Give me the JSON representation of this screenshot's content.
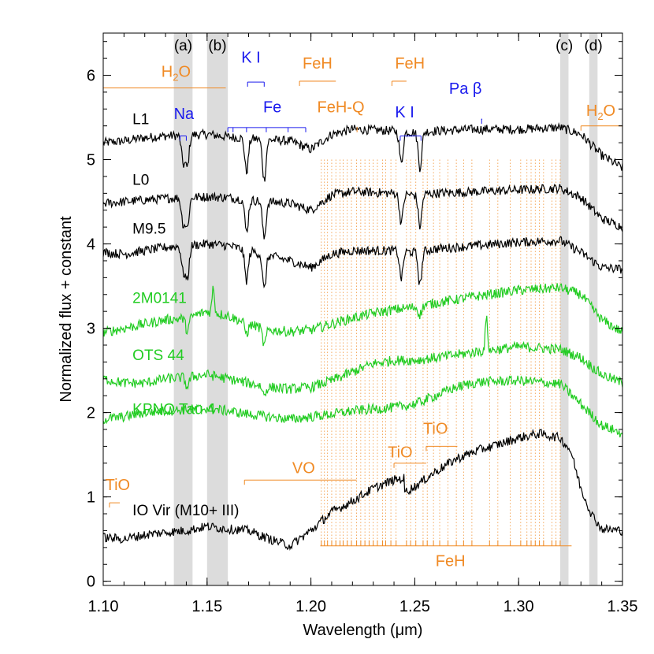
{
  "chart_data": {
    "type": "line",
    "title": "",
    "xlabel": "Wavelength (μm)",
    "ylabel": "Normalized flux + constant",
    "xlim": [
      1.1,
      1.35
    ],
    "ylim": [
      -0.05,
      6.5
    ],
    "x_ticks": [
      1.1,
      1.15,
      1.2,
      1.25,
      1.3,
      1.35
    ],
    "x_tick_labels": [
      "1.10",
      "1.15",
      "1.20",
      "1.25",
      "1.30",
      "1.35"
    ],
    "y_ticks": [
      0,
      1,
      2,
      3,
      4,
      5,
      6
    ],
    "y_tick_labels": [
      "0",
      "1",
      "2",
      "3",
      "4",
      "5",
      "6"
    ],
    "grid": false,
    "colors": {
      "black": "#000000",
      "green": "#22cc22",
      "orange": "#f08a24",
      "blue": "#1a1aee",
      "band": "#dcdcdc"
    },
    "shaded_bands": [
      {
        "label": "(a)",
        "x": [
          1.134,
          1.143
        ]
      },
      {
        "label": "(b)",
        "x": [
          1.15,
          1.16
        ]
      },
      {
        "label": "(c)",
        "x": [
          1.32,
          1.324
        ]
      },
      {
        "label": "(d)",
        "x": [
          1.334,
          1.338
        ]
      }
    ],
    "series": [
      {
        "name": "L1",
        "color": "#000000",
        "points": [
          [
            1.1,
            5.2
          ],
          [
            1.11,
            5.22
          ],
          [
            1.12,
            5.26
          ],
          [
            1.13,
            5.28
          ],
          [
            1.15,
            5.3
          ],
          [
            1.16,
            5.27
          ],
          [
            1.17,
            5.25
          ],
          [
            1.19,
            5.22
          ],
          [
            1.2,
            5.12
          ],
          [
            1.21,
            5.3
          ],
          [
            1.22,
            5.36
          ],
          [
            1.24,
            5.34
          ],
          [
            1.25,
            5.32
          ],
          [
            1.26,
            5.34
          ],
          [
            1.28,
            5.36
          ],
          [
            1.3,
            5.36
          ],
          [
            1.32,
            5.38
          ],
          [
            1.33,
            5.3
          ],
          [
            1.34,
            5.05
          ],
          [
            1.35,
            4.9
          ]
        ],
        "absorption": [
          [
            1.1385,
            0.32
          ],
          [
            1.1405,
            0.36
          ],
          [
            1.169,
            0.4
          ],
          [
            1.1775,
            0.48
          ],
          [
            1.2435,
            0.38
          ],
          [
            1.2525,
            0.42
          ]
        ]
      },
      {
        "name": "L0",
        "color": "#000000",
        "points": [
          [
            1.1,
            4.48
          ],
          [
            1.11,
            4.5
          ],
          [
            1.12,
            4.52
          ],
          [
            1.13,
            4.54
          ],
          [
            1.15,
            4.56
          ],
          [
            1.16,
            4.55
          ],
          [
            1.17,
            4.52
          ],
          [
            1.19,
            4.48
          ],
          [
            1.2,
            4.4
          ],
          [
            1.21,
            4.58
          ],
          [
            1.22,
            4.62
          ],
          [
            1.24,
            4.6
          ],
          [
            1.25,
            4.58
          ],
          [
            1.26,
            4.6
          ],
          [
            1.28,
            4.62
          ],
          [
            1.3,
            4.64
          ],
          [
            1.32,
            4.66
          ],
          [
            1.33,
            4.55
          ],
          [
            1.34,
            4.3
          ],
          [
            1.35,
            4.2
          ]
        ],
        "absorption": [
          [
            1.1385,
            0.3
          ],
          [
            1.1405,
            0.34
          ],
          [
            1.169,
            0.38
          ],
          [
            1.1775,
            0.44
          ],
          [
            1.2435,
            0.34
          ],
          [
            1.2525,
            0.38
          ]
        ]
      },
      {
        "name": "M9.5",
        "color": "#000000",
        "points": [
          [
            1.1,
            3.9
          ],
          [
            1.11,
            3.88
          ],
          [
            1.12,
            3.92
          ],
          [
            1.13,
            3.96
          ],
          [
            1.15,
            4.0
          ],
          [
            1.16,
            3.98
          ],
          [
            1.17,
            3.92
          ],
          [
            1.19,
            3.8
          ],
          [
            1.2,
            3.72
          ],
          [
            1.21,
            3.88
          ],
          [
            1.22,
            3.92
          ],
          [
            1.24,
            3.92
          ],
          [
            1.25,
            3.9
          ],
          [
            1.26,
            3.94
          ],
          [
            1.28,
            3.98
          ],
          [
            1.3,
            4.02
          ],
          [
            1.32,
            4.04
          ],
          [
            1.33,
            3.9
          ],
          [
            1.34,
            3.72
          ],
          [
            1.35,
            3.7
          ]
        ],
        "absorption": [
          [
            1.1385,
            0.3
          ],
          [
            1.1405,
            0.4
          ],
          [
            1.169,
            0.36
          ],
          [
            1.1775,
            0.42
          ],
          [
            1.2435,
            0.32
          ],
          [
            1.2525,
            0.4
          ]
        ]
      },
      {
        "name": "2M0141",
        "color": "#22cc22",
        "points": [
          [
            1.1,
            2.95
          ],
          [
            1.11,
            3.0
          ],
          [
            1.12,
            3.05
          ],
          [
            1.13,
            3.1
          ],
          [
            1.14,
            3.12
          ],
          [
            1.15,
            3.2
          ],
          [
            1.16,
            3.15
          ],
          [
            1.17,
            3.05
          ],
          [
            1.18,
            2.98
          ],
          [
            1.19,
            2.96
          ],
          [
            1.2,
            2.98
          ],
          [
            1.21,
            3.05
          ],
          [
            1.22,
            3.12
          ],
          [
            1.23,
            3.18
          ],
          [
            1.24,
            3.22
          ],
          [
            1.25,
            3.25
          ],
          [
            1.26,
            3.3
          ],
          [
            1.28,
            3.38
          ],
          [
            1.3,
            3.45
          ],
          [
            1.32,
            3.48
          ],
          [
            1.33,
            3.4
          ],
          [
            1.34,
            3.1
          ],
          [
            1.35,
            2.95
          ]
        ],
        "absorption": [
          [
            1.1405,
            0.15
          ],
          [
            1.169,
            0.12
          ],
          [
            1.1775,
            0.2
          ],
          [
            1.2525,
            0.1
          ]
        ],
        "spikes": [
          [
            1.153,
            0.3
          ]
        ]
      },
      {
        "name": "OTS 44",
        "color": "#22cc22",
        "points": [
          [
            1.1,
            2.4
          ],
          [
            1.11,
            2.35
          ],
          [
            1.12,
            2.35
          ],
          [
            1.13,
            2.4
          ],
          [
            1.14,
            2.42
          ],
          [
            1.15,
            2.45
          ],
          [
            1.16,
            2.4
          ],
          [
            1.17,
            2.35
          ],
          [
            1.18,
            2.3
          ],
          [
            1.19,
            2.28
          ],
          [
            1.2,
            2.3
          ],
          [
            1.21,
            2.38
          ],
          [
            1.22,
            2.48
          ],
          [
            1.23,
            2.58
          ],
          [
            1.24,
            2.62
          ],
          [
            1.25,
            2.62
          ],
          [
            1.26,
            2.65
          ],
          [
            1.28,
            2.72
          ],
          [
            1.3,
            2.78
          ],
          [
            1.32,
            2.75
          ],
          [
            1.33,
            2.65
          ],
          [
            1.34,
            2.45
          ],
          [
            1.35,
            2.35
          ]
        ],
        "absorption": [
          [
            1.1405,
            0.12
          ],
          [
            1.1775,
            0.1
          ]
        ],
        "spikes": [
          [
            1.2845,
            0.38
          ]
        ]
      },
      {
        "name": "KPNO Tau 4",
        "color": "#22cc22",
        "points": [
          [
            1.1,
            1.92
          ],
          [
            1.11,
            1.95
          ],
          [
            1.12,
            2.0
          ],
          [
            1.13,
            2.02
          ],
          [
            1.15,
            2.05
          ],
          [
            1.16,
            2.02
          ],
          [
            1.17,
            1.98
          ],
          [
            1.19,
            1.92
          ],
          [
            1.2,
            1.95
          ],
          [
            1.21,
            1.98
          ],
          [
            1.22,
            2.02
          ],
          [
            1.24,
            2.06
          ],
          [
            1.25,
            2.1
          ],
          [
            1.26,
            2.2
          ],
          [
            1.27,
            2.3
          ],
          [
            1.28,
            2.36
          ],
          [
            1.3,
            2.38
          ],
          [
            1.32,
            2.34
          ],
          [
            1.33,
            2.1
          ],
          [
            1.34,
            1.85
          ],
          [
            1.35,
            1.75
          ]
        ],
        "absorption": [],
        "spikes": []
      },
      {
        "name": "IO Vir (M10+ III)",
        "color": "#000000",
        "points": [
          [
            1.1,
            0.52
          ],
          [
            1.11,
            0.5
          ],
          [
            1.12,
            0.55
          ],
          [
            1.13,
            0.58
          ],
          [
            1.14,
            0.6
          ],
          [
            1.15,
            0.65
          ],
          [
            1.16,
            0.62
          ],
          [
            1.17,
            0.6
          ],
          [
            1.18,
            0.5
          ],
          [
            1.19,
            0.42
          ],
          [
            1.2,
            0.6
          ],
          [
            1.21,
            0.82
          ],
          [
            1.22,
            0.95
          ],
          [
            1.23,
            1.1
          ],
          [
            1.24,
            1.2
          ],
          [
            1.2449,
            1.22
          ],
          [
            1.2451,
            1.06
          ],
          [
            1.25,
            1.12
          ],
          [
            1.26,
            1.3
          ],
          [
            1.27,
            1.45
          ],
          [
            1.28,
            1.55
          ],
          [
            1.29,
            1.62
          ],
          [
            1.3,
            1.7
          ],
          [
            1.31,
            1.75
          ],
          [
            1.32,
            1.7
          ],
          [
            1.325,
            1.55
          ],
          [
            1.33,
            1.1
          ],
          [
            1.335,
            0.8
          ],
          [
            1.34,
            0.62
          ],
          [
            1.35,
            0.6
          ]
        ],
        "absorption": [],
        "spikes": []
      }
    ],
    "series_labels": [
      {
        "text": "L1",
        "color": "#000000",
        "x": 1.105,
        "y": 5.42
      },
      {
        "text": "L0",
        "color": "#000000",
        "x": 1.105,
        "y": 4.7
      },
      {
        "text": "M9.5",
        "color": "#000000",
        "x": 1.105,
        "y": 4.12
      },
      {
        "text": "2M0141",
        "color": "#22cc22",
        "x": 1.105,
        "y": 3.3
      },
      {
        "text": "OTS 44",
        "color": "#22cc22",
        "x": 1.105,
        "y": 2.62
      },
      {
        "text": "KPNO Tau 4",
        "color": "#22cc22",
        "x": 1.105,
        "y": 1.98
      },
      {
        "text": "IO Vir (M10+ III)",
        "color": "#000000",
        "x": 1.105,
        "y": 0.78
      }
    ],
    "feature_labels": [
      {
        "text": "H",
        "sub": "2",
        "tail": "O",
        "color": "#f08a24",
        "x": 1.128,
        "y": 5.98
      },
      {
        "text": "K I",
        "color": "#1a1aee",
        "x": 1.1665,
        "y": 6.15
      },
      {
        "text": "FeH",
        "color": "#f08a24",
        "x": 1.196,
        "y": 6.08
      },
      {
        "text": "FeH",
        "color": "#f08a24",
        "x": 1.2405,
        "y": 6.08
      },
      {
        "text": "Na",
        "color": "#1a1aee",
        "x": 1.134,
        "y": 5.48
      },
      {
        "text": "Fe",
        "color": "#1a1aee",
        "x": 1.177,
        "y": 5.56
      },
      {
        "text": "FeH-Q",
        "color": "#f08a24",
        "x": 1.203,
        "y": 5.56
      },
      {
        "text": "K I",
        "color": "#1a1aee",
        "x": 1.2405,
        "y": 5.5
      },
      {
        "text": "Pa β",
        "color": "#1a1aee",
        "x": 1.2665,
        "y": 5.78
      },
      {
        "text": "H",
        "sub": "2",
        "tail": "O",
        "color": "#f08a24",
        "x": 1.3325,
        "y": 5.52
      },
      {
        "text": "TiO",
        "color": "#f08a24",
        "x": 1.254,
        "y": 1.75
      },
      {
        "text": "TiO",
        "color": "#f08a24",
        "x": 1.237,
        "y": 1.47
      },
      {
        "text": "VO",
        "color": "#f08a24",
        "x": 1.191,
        "y": 1.28
      },
      {
        "text": "TiO",
        "color": "#f08a24",
        "x": 1.101,
        "y": 1.08
      },
      {
        "text": "FeH",
        "color": "#f08a24",
        "x": 1.26,
        "y": 0.18
      }
    ],
    "feature_bars": [
      {
        "color": "#f08a24",
        "x": [
          1.1,
          1.159
        ],
        "y": 5.85,
        "ticks": []
      },
      {
        "color": "#1a1aee",
        "x": [
          1.1695,
          1.1775
        ],
        "y": 5.92,
        "ticks": [
          1.1695,
          1.1775
        ]
      },
      {
        "color": "#f08a24",
        "x": [
          1.1945,
          1.212
        ],
        "y": 5.93,
        "ticks": [
          1.1945
        ]
      },
      {
        "color": "#f08a24",
        "x": [
          1.239,
          1.246
        ],
        "y": 5.93,
        "ticks": [
          1.239
        ]
      },
      {
        "color": "#1a1aee",
        "x": [
          1.137,
          1.14
        ],
        "y": 5.28,
        "ticks": [
          1.137,
          1.14
        ]
      },
      {
        "color": "#1a1aee",
        "x": [
          1.16,
          1.1975
        ],
        "y": 5.38,
        "ticks": [
          1.16,
          1.1625,
          1.169,
          1.1785,
          1.189,
          1.1975
        ]
      },
      {
        "color": "#f08a24",
        "x": [
          1.222,
          1.2225
        ],
        "y": 5.38,
        "ticks": [
          1.2222
        ]
      },
      {
        "color": "#1a1aee",
        "x": [
          1.243,
          1.253
        ],
        "y": 5.28,
        "ticks": [
          1.243,
          1.253
        ]
      },
      {
        "color": "#1a1aee",
        "x": [
          1.282,
          1.2825
        ],
        "y": 5.48,
        "ticks": [
          1.2822
        ]
      },
      {
        "color": "#f08a24",
        "x": [
          1.33,
          1.35
        ],
        "y": 5.4,
        "ticks": [
          1.33
        ]
      },
      {
        "color": "#f08a24",
        "x": [
          1.2555,
          1.2705
        ],
        "y": 1.6,
        "ticks": [
          1.2555
        ]
      },
      {
        "color": "#f08a24",
        "x": [
          1.24,
          1.2555
        ],
        "y": 1.4,
        "ticks": [
          1.24
        ]
      },
      {
        "color": "#f08a24",
        "x": [
          1.168,
          1.222
        ],
        "y": 1.2,
        "ticks": [
          1.168
        ]
      },
      {
        "color": "#f08a24",
        "x": [
          1.103,
          1.108
        ],
        "y": 0.93,
        "ticks": [
          1.103
        ]
      }
    ],
    "feh_bar": {
      "color": "#f08a24",
      "x": [
        1.2045,
        1.3255
      ],
      "y": 0.42,
      "lines": [
        1.205,
        1.2065,
        1.208,
        1.21,
        1.212,
        1.214,
        1.2155,
        1.2175,
        1.2195,
        1.222,
        1.224,
        1.226,
        1.228,
        1.23,
        1.232,
        1.2345,
        1.236,
        1.2385,
        1.241,
        1.246,
        1.248,
        1.2505,
        1.254,
        1.256,
        1.259,
        1.262,
        1.266,
        1.27,
        1.2735,
        1.2775,
        1.286,
        1.29,
        1.296,
        1.301,
        1.304,
        1.306,
        1.308,
        1.31,
        1.312,
        1.316,
        1.318,
        1.32
      ]
    }
  }
}
